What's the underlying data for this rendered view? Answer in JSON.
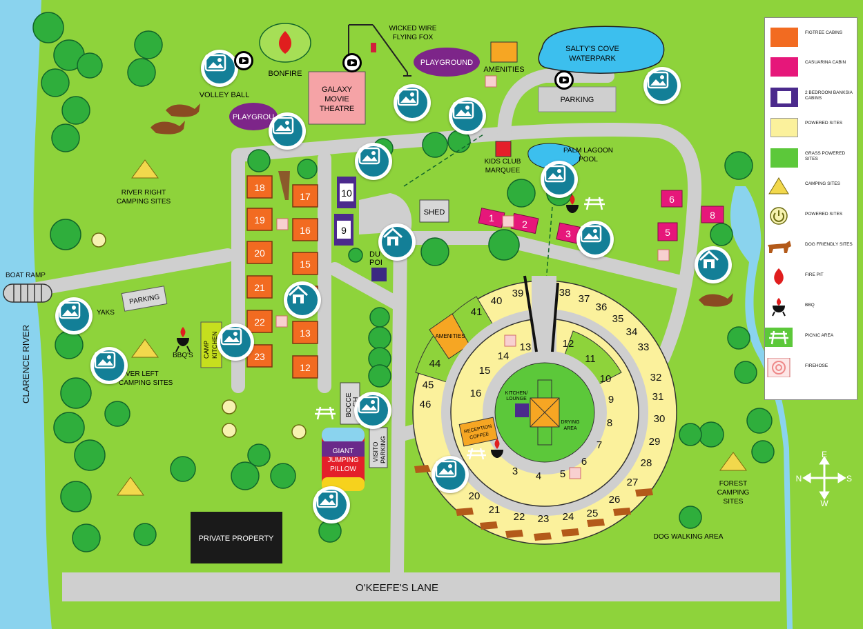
{
  "map": {
    "river_label": "CLARENCE RIVER",
    "road_label": "O'KEEFE'S LANE",
    "labels": {
      "boat_ramp": "BOAT RAMP",
      "parking_left": "PARKING",
      "kayaks": "YAKS",
      "river_right": [
        "RIVER RIGHT",
        "CAMPING SITES"
      ],
      "river_left": [
        "VER LEFT",
        "CAMPING SITES"
      ],
      "bbqs": "BBQ'S",
      "camp_kitchen": [
        "CAMP",
        "KITCHEN"
      ],
      "volley_ball": "VOLLEY BALL",
      "bonfire": "BONFIRE",
      "playground_1": "PLAYGROUND",
      "playground_2": "PLAYGROU",
      "galaxy": [
        "GALAXY",
        "MOVIE",
        "THEATRE"
      ],
      "flying_fox": [
        "WICKED WIRE",
        "FLYING FOX"
      ],
      "amenities_top": "AMENITIES",
      "waterpark": [
        "SALTY'S COVE",
        "WATERPARK"
      ],
      "parking_top": "PARKING",
      "palm_lagoon": [
        "PALM LAGOON",
        "POOL"
      ],
      "kids_club": [
        "KIDS CLUB",
        "MARQUEE"
      ],
      "shed": "SHED",
      "dump_point": [
        "DU",
        "POI"
      ],
      "bocce": [
        "BOCCE",
        "CH"
      ],
      "visitor_parking": [
        "VISITO",
        "PARKING"
      ],
      "jumping_pillow": [
        "GIANT",
        "JUMPING",
        "PILLOW"
      ],
      "private_property": "PRIVATE PROPERTY",
      "kitchen_lounge": [
        "KITCHEN/",
        "LOUNGE"
      ],
      "drying_area": [
        "DRYING",
        "AREA"
      ],
      "reception": [
        "RECEPTION",
        "COFFEE"
      ],
      "amenities_ring": "AMENITIES",
      "forest_camping": [
        "FOREST",
        "CAMPING",
        "SITES"
      ],
      "dog_walking": "DOG WALKING AREA"
    },
    "compass": {
      "n": "N",
      "s": "S",
      "e": "E",
      "w": "W"
    },
    "figtree_cabins": [
      "18",
      "17",
      "19",
      "16",
      "20",
      "15",
      "21",
      "14",
      "22",
      "13",
      "23",
      "12"
    ],
    "banksia_cabins": [
      "10",
      "9"
    ],
    "casuarina_cabins": [
      "1",
      "2",
      "3",
      "5",
      "6",
      "8"
    ],
    "ring_outer": [
      "39",
      "40",
      "41",
      "44",
      "45",
      "46",
      "38",
      "37",
      "36",
      "35",
      "34",
      "33",
      "32",
      "31",
      "30",
      "29",
      "28",
      "27",
      "26",
      "25",
      "24",
      "23",
      "22",
      "21",
      "20"
    ],
    "ring_inner": [
      "13",
      "14",
      "15",
      "16",
      "12",
      "11",
      "10",
      "9",
      "8",
      "7",
      "6",
      "5",
      "4",
      "3"
    ]
  },
  "legend": [
    {
      "label": "FIGTREE CABINS",
      "icon": "orange-swatch",
      "color": "#f26b21"
    },
    {
      "label": "CASUARINA CABIN",
      "icon": "pink-swatch",
      "color": "#e6177a"
    },
    {
      "label": "2 BEDROOM BANKSIA CABINS",
      "icon": "purple-swatch",
      "color": "#4b2a8c"
    },
    {
      "label": "POWERED SITES",
      "icon": "yellow-swatch",
      "color": "#fbf19c"
    },
    {
      "label": "GRASS POWERED SITES",
      "icon": "green-swatch",
      "color": "#5cc83a"
    },
    {
      "label": "CAMPING SITES",
      "icon": "tent-icon"
    },
    {
      "label": "POWERED SITES",
      "icon": "power-icon"
    },
    {
      "label": "DOG FRIENDLY SITES",
      "icon": "dog-icon"
    },
    {
      "label": "FIRE PIT",
      "icon": "fire-icon"
    },
    {
      "label": "BBQ",
      "icon": "bbq-icon"
    },
    {
      "label": "PICNIC AREA",
      "icon": "picnic-icon"
    },
    {
      "label": "FIREHOSE",
      "icon": "firehose-icon"
    }
  ],
  "colors": {
    "grass": "#8ed33b",
    "road": "#cfcfcf",
    "river": "#8ad3ee",
    "hotspot": "#137f97",
    "cabin_orange": "#f26b21",
    "cabin_pink": "#e6177a",
    "powered": "#fbf19c",
    "tree": "#2fae3c"
  }
}
